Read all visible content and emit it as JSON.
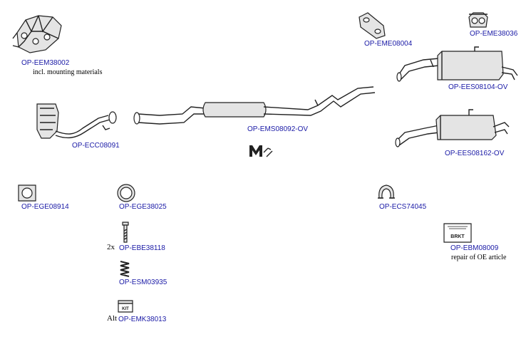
{
  "parts": {
    "manifold": {
      "code": "OP-EEM38002",
      "note": "incl. mounting materials"
    },
    "catalyst": {
      "code": "OP-ECC08091"
    },
    "middle_silencer": {
      "code": "OP-EMS08092-OV"
    },
    "mount_1": {
      "code": "OP-EME08004"
    },
    "mount_2": {
      "code": "OP-EME38036"
    },
    "rear_silencer_1": {
      "code": "OP-EES08104-OV"
    },
    "rear_silencer_2": {
      "code": "OP-EES08162-OV"
    },
    "gasket_1": {
      "code": "OP-EGE08914"
    },
    "gasket_2": {
      "code": "OP-EGE38025"
    },
    "clamp": {
      "code": "OP-ECS74045"
    },
    "bolt": {
      "code": "OP-EBE38118",
      "qty": "2x"
    },
    "spring": {
      "code": "OP-ESM03935"
    },
    "kit": {
      "code": "OP-EMK38013",
      "prefix": "Alt",
      "icon_text": "KIT"
    },
    "repair_kit": {
      "code": "OP-EBM08009",
      "note": "repair of OE article",
      "icon_text": "BRKT"
    }
  },
  "colors": {
    "link": "#1a1aa6",
    "line": "#222222"
  }
}
